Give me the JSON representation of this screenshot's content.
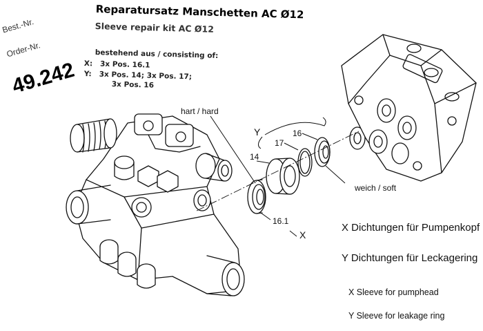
{
  "header": {
    "best_nr": "Best.-Nr.",
    "order_nr": "Order-Nr.",
    "article_number": "49.242",
    "title_de": "Reparatursatz Manschetten AC Ø12",
    "title_en": "Sleeve repair kit AC Ø12",
    "consisting_of": "bestehend aus / consisting of:",
    "x_line": "X:   3x Pos. 16.1",
    "y_line": "Y:   3x Pos. 14; 3x Pos. 17;",
    "y_line2": "3x Pos. 16"
  },
  "labels": {
    "hard": "hart / hard",
    "soft": "weich / soft",
    "y": "Y",
    "pos14": "14",
    "pos17": "17",
    "pos16": "16",
    "pos161": "16.1",
    "x": "X"
  },
  "legend": {
    "x_de": "X Dichtungen für Pumpenkopf",
    "y_de": "Y Dichtungen für Leckagering",
    "x_en": "X Sleeve for pumphead",
    "y_en": "Y Sleeve for leakage ring"
  }
}
